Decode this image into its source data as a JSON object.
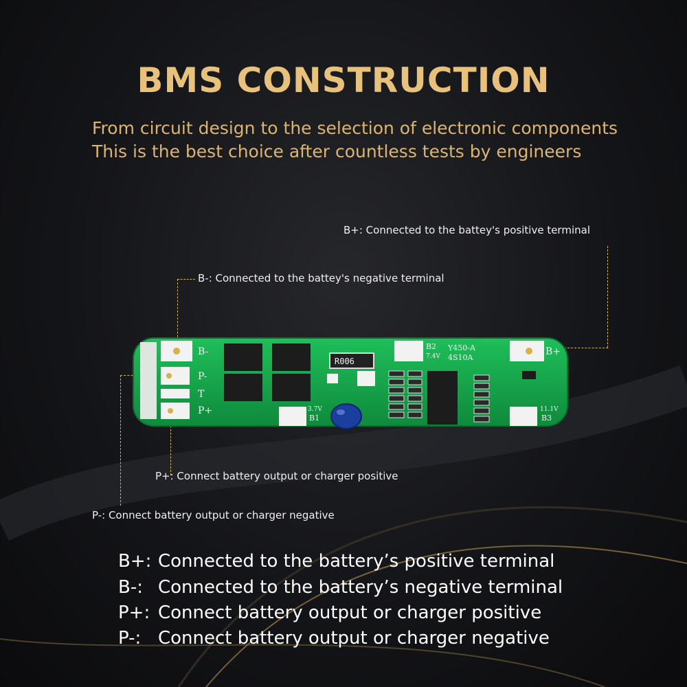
{
  "header": {
    "title": "BMS CONSTRUCTION",
    "subtitle_lines": [
      "From circuit design to the selection of electronic components",
      "This is the best choice after countless tests by engineers"
    ]
  },
  "callouts": {
    "b_plus": "B+: Connected to the battey's positive terminal",
    "b_minus": "B-: Connected to the battey's negative terminal",
    "p_plus": "P+: Connect battery output or charger positive",
    "p_minus": "P-: Connect battery output or charger negative"
  },
  "board": {
    "pad_labels": [
      "B-",
      "P-",
      "T",
      "P+",
      "B+"
    ],
    "resistor_marking": "R006",
    "silkscreen": [
      "B2",
      "7.4V",
      "Y450-A",
      "4S10A",
      "3.7V",
      "B1",
      "11.1V",
      "B3"
    ]
  },
  "legend": [
    {
      "key": "B+:",
      "text": "Connected to the battery’s positive terminal"
    },
    {
      "key": "B-:",
      "text": "Connected to the battery’s negative terminal"
    },
    {
      "key": "P+:",
      "text": "Connect battery output or charger positive"
    },
    {
      "key": "P-:",
      "text": "Connect battery output or charger negative"
    }
  ],
  "colors": {
    "accent_gold": "#e8c27a",
    "pcb_green": "#15a64a",
    "background": "#141518"
  }
}
